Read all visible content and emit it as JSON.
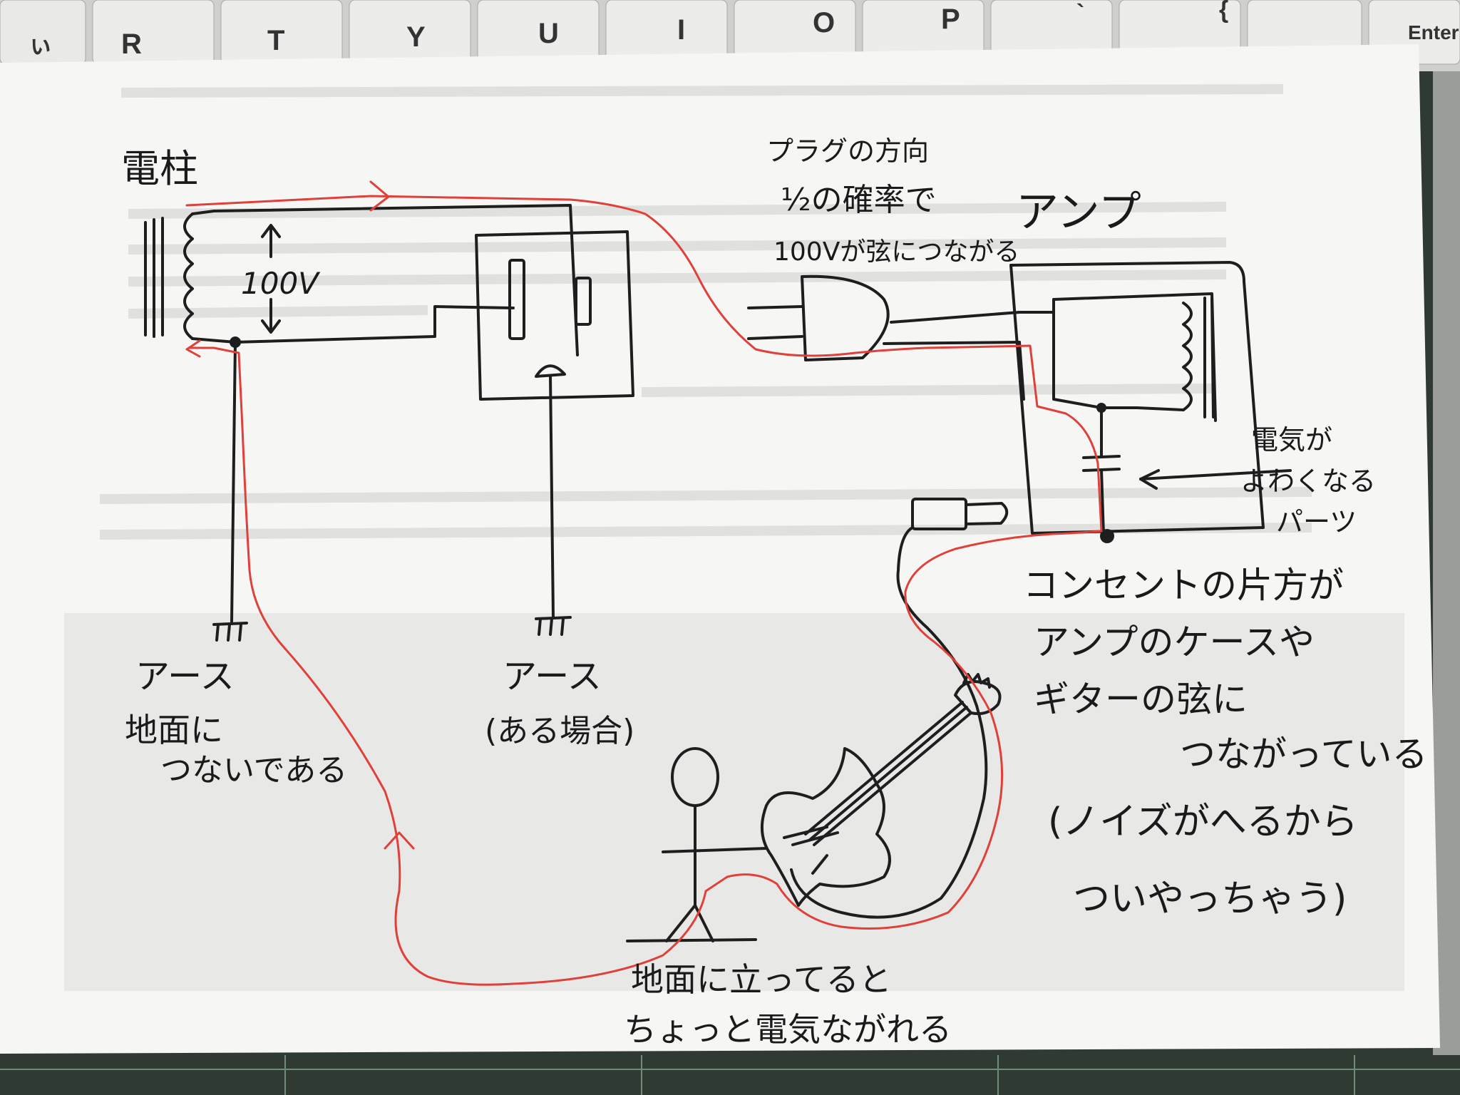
{
  "keyboard": {
    "keys": [
      "ぃ",
      "R",
      "T",
      "Y",
      "U",
      "I",
      "O",
      "P",
      "`",
      "{",
      "Enter"
    ]
  },
  "diagram": {
    "pole_label": "電柱",
    "voltage_label": "100V",
    "plug_note": [
      "プラグの方向",
      "½の確率で",
      "100Vが弦につながる"
    ],
    "amp_label": "アンプ",
    "weak_parts_note": [
      "電気が",
      "よわくなる",
      "パーツ"
    ],
    "ground1_label": [
      "アース",
      "地面に",
      "つないである"
    ],
    "ground2_label": [
      "アース",
      "(ある場合)"
    ],
    "outlet_note": [
      "コンセントの片方が",
      "アンプのケースや",
      "ギターの弦に",
      "つながっている"
    ],
    "noise_note": [
      "(ノイズがへるから",
      "ついやっちゃう)"
    ],
    "person_note": [
      "地面に立ってると",
      "ちょっと電気ながれる"
    ]
  },
  "colors": {
    "paper": "#f6f6f4",
    "ink": "#1e1e1e",
    "current_path": "#e0403a",
    "mat": "#2f3a33"
  }
}
